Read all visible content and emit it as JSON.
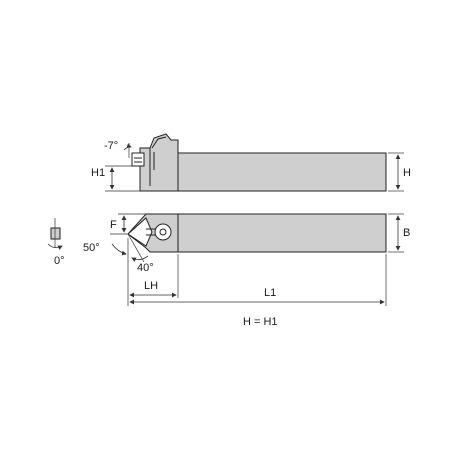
{
  "labels": {
    "angle_minus7": "-7°",
    "h1_side": "H1",
    "h_side": "H",
    "f": "F",
    "b": "B",
    "angle_0": "0°",
    "angle_50": "50°",
    "angle_40": "40°",
    "lh": "LH",
    "l1": "L1",
    "h_eq_h1": "H = H1"
  },
  "colors": {
    "body_fill": "#cfcfcf",
    "insert_fill": "#ffffff",
    "line": "#222222"
  }
}
